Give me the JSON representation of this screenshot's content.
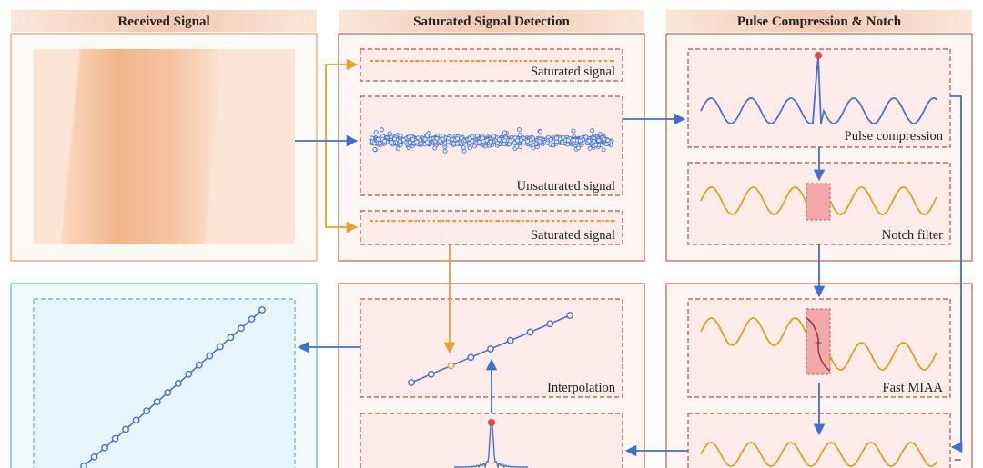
{
  "headers": {
    "received": "Received Signal",
    "saturated_detection": "Saturated Signal Detection",
    "pulse_notch": "Pulse Compression & Notch"
  },
  "labels": {
    "saturated_top": "Saturated signal",
    "unsaturated": "Unsaturated signal",
    "saturated_bottom": "Saturated signal",
    "pulse_compression": "Pulse compression",
    "notch_filter": "Notch filter",
    "interpolation": "Interpolation",
    "fast_miaa": "Fast MIAA",
    "plus_sign": "+",
    "minus_sign": "−"
  },
  "colors": {
    "orange_line": "#e8a030",
    "blue_line": "#4a72c8",
    "blue_arrow": "#3f6fd0",
    "panel_orange_border": "#e8a070",
    "panel_red_border": "#c06050",
    "panel_blue_border": "#5ab0d8",
    "panel_blue_fill": "#e6f6fc",
    "dashed_red": "#b85048",
    "peak_red": "#e04848",
    "header_fill": "#f6d2c0"
  }
}
